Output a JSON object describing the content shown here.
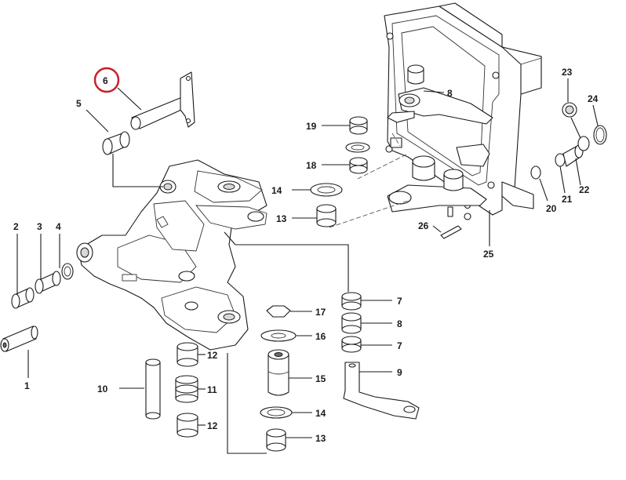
{
  "colors": {
    "line": "#1a1a1a",
    "highlight": "#c8202a",
    "background": "#ffffff"
  },
  "highlighted_callout": "6",
  "callouts": [
    {
      "id": "c1",
      "label": "1"
    },
    {
      "id": "c2",
      "label": "2"
    },
    {
      "id": "c3",
      "label": "3"
    },
    {
      "id": "c4",
      "label": "4"
    },
    {
      "id": "c5",
      "label": "5"
    },
    {
      "id": "c6",
      "label": "6"
    },
    {
      "id": "c7a",
      "label": "7"
    },
    {
      "id": "c7b",
      "label": "7"
    },
    {
      "id": "c8a",
      "label": "8"
    },
    {
      "id": "c8b",
      "label": "8"
    },
    {
      "id": "c9",
      "label": "9"
    },
    {
      "id": "c10",
      "label": "10"
    },
    {
      "id": "c11",
      "label": "11"
    },
    {
      "id": "c12a",
      "label": "12"
    },
    {
      "id": "c12b",
      "label": "12"
    },
    {
      "id": "c13a",
      "label": "13"
    },
    {
      "id": "c13b",
      "label": "13"
    },
    {
      "id": "c14a",
      "label": "14"
    },
    {
      "id": "c14b",
      "label": "14"
    },
    {
      "id": "c15",
      "label": "15"
    },
    {
      "id": "c16",
      "label": "16"
    },
    {
      "id": "c17",
      "label": "17"
    },
    {
      "id": "c18",
      "label": "18"
    },
    {
      "id": "c19",
      "label": "19"
    },
    {
      "id": "c20",
      "label": "20"
    },
    {
      "id": "c21",
      "label": "21"
    },
    {
      "id": "c22",
      "label": "22"
    },
    {
      "id": "c23",
      "label": "23"
    },
    {
      "id": "c24",
      "label": "24"
    },
    {
      "id": "c25",
      "label": "25"
    },
    {
      "id": "c26",
      "label": "26"
    }
  ]
}
